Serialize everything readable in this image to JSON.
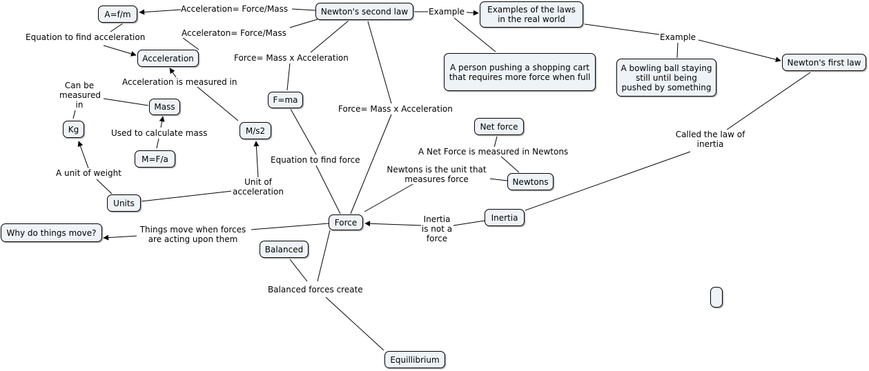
{
  "concepts": {
    "newtons_second_law": "Newton's second law",
    "examples_real_world": "Examples of the laws in the real world",
    "newtons_first_law": "Newton's first law",
    "a_f_m": "A=f/m",
    "acceleration": "Acceleration",
    "f_ma": "F=ma",
    "mass": "Mass",
    "kg": "Kg",
    "m_s2": "M/s2",
    "m_f_a": "M=F/a",
    "units": "Units",
    "force": "Force",
    "why_move": "Why do things move?",
    "balanced": "Balanced",
    "equilibrium": "Equillibrium",
    "net_force": "Net force",
    "newtons": "Newtons",
    "inertia": "Inertia",
    "shopping_cart": "A person pushing a shopping cart that requires more force when full",
    "bowling_ball": "A bowling ball staying still until being pushed by something",
    "empty_node": ""
  },
  "links": {
    "accel_force_mass": "Acceleration= Force/Mass",
    "acceleraton_force_mass": "Acceleraton= Force/Mass",
    "equation_accel": "Equation to find acceleration",
    "force_mass_accel_1": "Force= Mass x Acceleration",
    "force_mass_accel_2": "Force= Mass x Acceleration",
    "example_1": "Example",
    "example_2": "Example",
    "accel_measured_in": "Acceleration is measured in",
    "can_be_measured_in": "Can be measured in",
    "used_to_calc_mass": "Used to calculate mass",
    "unit_of_weight": "A unit of weight",
    "unit_of_acceleration": "Unit of acceleration",
    "equation_force": "Equation to find force",
    "net_force_newtons": "A Net Force is measured in Newtons",
    "newtons_unit": "Newtons is the unit that measures force",
    "law_of_inertia": "Called the law of inertia",
    "inertia_not_force": "Inertia is not a force",
    "things_move": "Things move when forces are acting upon them",
    "balanced_create": "Balanced forces create"
  },
  "colors": {
    "node_fill": "#eef3f7",
    "node_border": "#000000",
    "line": "#000000"
  }
}
